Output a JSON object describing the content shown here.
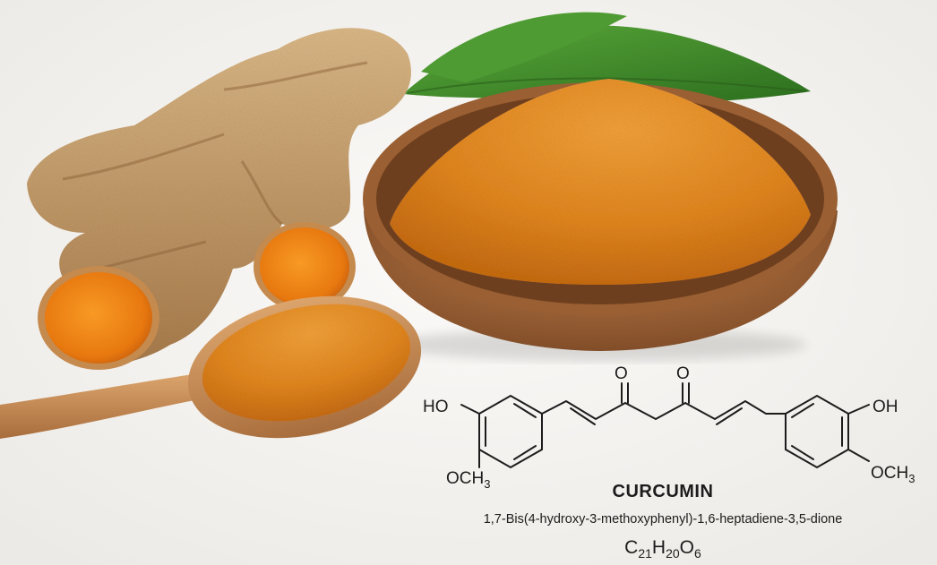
{
  "compound": {
    "name": "CURCUMIN",
    "iupac": "1,7-Bis(4-hydroxy-3-methoxyphenyl)-1,6-heptadiene-3,5-dione",
    "formula": {
      "c": "C",
      "c_n": "21",
      "h": "H",
      "h_n": "20",
      "o": "O",
      "o_n": "6"
    }
  },
  "structure_labels": {
    "ketone_left": "O",
    "ketone_right": "O",
    "hydroxyl_left": "HO",
    "hydroxyl_right": "OH",
    "methoxy_left": {
      "main": "OCH",
      "sub": "3"
    },
    "methoxy_right": {
      "main": "OCH",
      "sub": "3"
    }
  },
  "colors": {
    "turmeric_powder": "#e0851c",
    "turmeric_flesh": "#ee8a1c",
    "wood": "#a4663a",
    "leaf": "#3f8f2c",
    "skin": "#c69c6a",
    "background": "#f4f3f1"
  }
}
